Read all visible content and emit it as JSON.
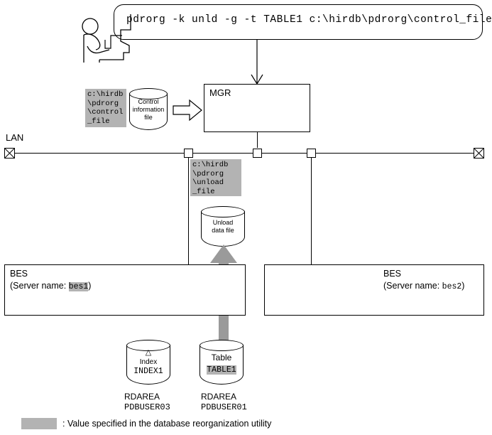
{
  "command": {
    "text": "pdrorg -k unld -g -t TABLE1 c:\\hirdb\\pdrorg\\control_file"
  },
  "operator": {
    "icon": "person-at-terminal-icon"
  },
  "control_file": {
    "path": "c:\\hirdb\n\\pdrorg\n\\control\n_file",
    "cylinder_label": "Control\ninformation\nfile"
  },
  "manager": {
    "label": "MGR"
  },
  "network": {
    "label": "LAN"
  },
  "unload_file": {
    "path": "c:\\hirdb\n\\pdrorg\n\\unload\n_file",
    "cylinder_label": "Unload\ndata file"
  },
  "servers": [
    {
      "type": "BES",
      "server_line": "(Server name: ",
      "name": "bes1",
      "close": ")",
      "highlight": true
    },
    {
      "type": "BES",
      "server_line": "(Server name: ",
      "name": "bes2",
      "close": ")",
      "highlight": false
    }
  ],
  "storage": [
    {
      "symbol": "△",
      "kind": "Index",
      "name": "INDEX1",
      "highlight": false,
      "rdarea_label": "RDAREA",
      "rdarea_name": "PDBUSER03"
    },
    {
      "symbol": "",
      "kind": "Table",
      "name": "TABLE1",
      "highlight": true,
      "rdarea_label": "RDAREA",
      "rdarea_name": "PDBUSER01"
    }
  ],
  "legend": {
    "text": ": Value specified in the database reorganization utility",
    "swatch_color": "#b3b3b3"
  },
  "colors": {
    "highlight": "#b3b3b3",
    "line": "#000000",
    "background": "#ffffff",
    "fat_arrow": "#9a9a9a"
  }
}
